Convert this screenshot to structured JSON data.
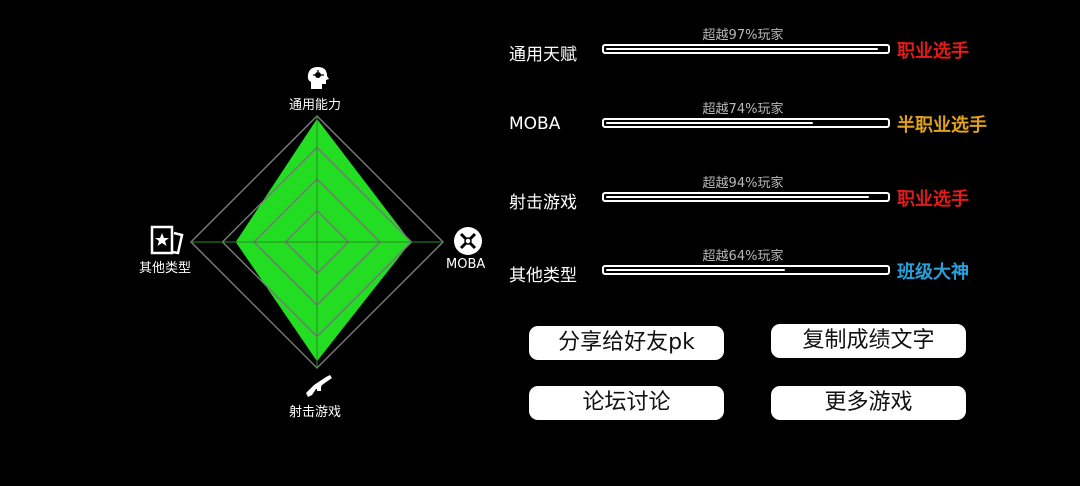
{
  "radar": {
    "axes": [
      "通用能力",
      "MOBA",
      "射击游戏",
      "其他类型"
    ],
    "values": [
      0.97,
      0.74,
      0.94,
      0.64
    ],
    "fill_color": "#22dd22",
    "grid_color": "#777777",
    "icons": [
      "head-tech-icon",
      "swords-circle-icon",
      "gun-icon",
      "star-card-icon"
    ]
  },
  "rows": [
    {
      "label": "通用天赋",
      "percent_text": "超越97%玩家",
      "value": 0.97,
      "rank": "职业选手",
      "rank_color": "#e21c1c"
    },
    {
      "label": "MOBA",
      "percent_text": "超越74%玩家",
      "value": 0.74,
      "rank": "半职业选手",
      "rank_color": "#e0a020"
    },
    {
      "label": "射击游戏",
      "percent_text": "超越94%玩家",
      "value": 0.94,
      "rank": "职业选手",
      "rank_color": "#e21c1c"
    },
    {
      "label": "其他类型",
      "percent_text": "超越64%玩家",
      "value": 0.64,
      "rank": "班级大神",
      "rank_color": "#2a9fd8"
    }
  ],
  "buttons": {
    "share": "分享给好友pk",
    "copy": "复制成绩文字",
    "forum": "论坛讨论",
    "more": "更多游戏"
  }
}
